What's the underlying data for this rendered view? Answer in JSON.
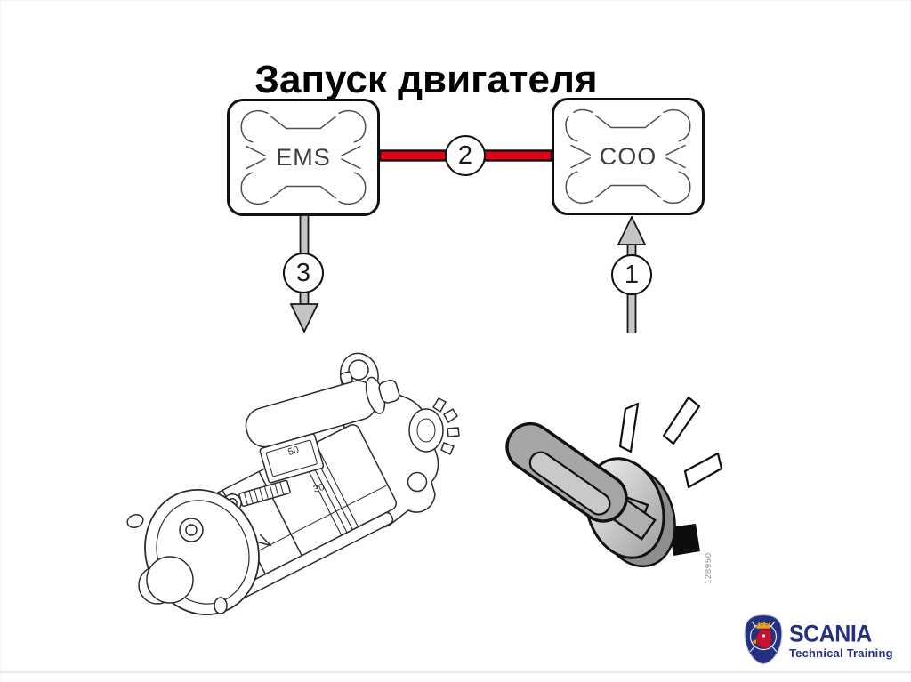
{
  "page": {
    "title": "Запуск двигателя",
    "figure_id": "128950"
  },
  "diagram": {
    "ems_label": "EMS",
    "coo_label": "COO",
    "callout_key_to_coo": "1",
    "callout_can_link": "2",
    "callout_ems_to_starter": "3",
    "link_color": "#e30016"
  },
  "starter": {
    "terminal_50": "50",
    "terminal_30": "30"
  },
  "branding": {
    "brand": "SCANIA",
    "tagline": "Technical Training",
    "navy": "#272f85",
    "badge_blue": "#23317e",
    "griffin_red": "#c41432",
    "crown_gold": "#e0a619"
  }
}
